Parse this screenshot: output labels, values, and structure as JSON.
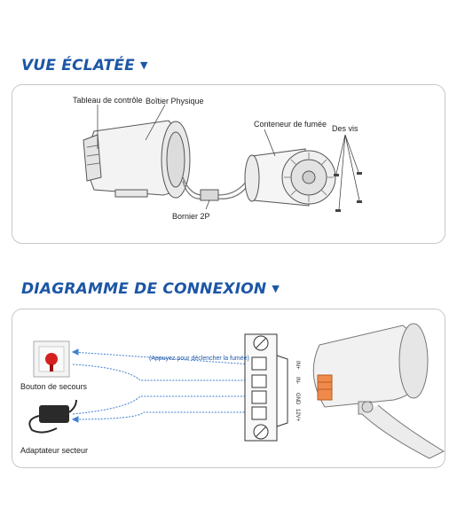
{
  "exploded_view": {
    "title": "VUE ÉCLATÉE",
    "labels": {
      "control_panel": "Tableau de contrôle",
      "housing": "Boîtier Physique",
      "smoke_container": "Conteneur de fumée",
      "screws": "Des vis",
      "terminal": "Bornier 2P"
    }
  },
  "connection_diagram": {
    "title": "DIAGRAMME DE CONNEXION",
    "hint": "(Appuyez pour déclencher la fumée)",
    "panic_button_label": "Bouton de secours",
    "adapter_label": "Adaptateur secteur",
    "terminals": [
      "IN+",
      "IN-",
      "GND",
      "12V+"
    ]
  },
  "colors": {
    "title_blue": "#1c56a6",
    "wire_blue": "#3f7fd0",
    "connector_orange": "#f08a4b"
  }
}
